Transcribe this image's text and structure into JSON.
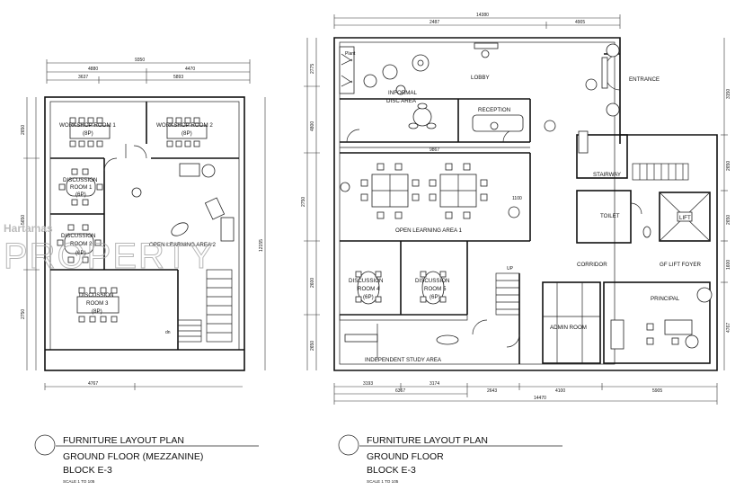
{
  "mezzanine": {
    "dims_top": [
      "9350",
      "4880",
      "4470",
      "3637",
      "5893"
    ],
    "dims_left": [
      "2650",
      "5650",
      "2750"
    ],
    "dim_right": "12155",
    "dim_bottom": "4767",
    "rooms": {
      "workshop1_line1": "WORKSHOP ROOM 1",
      "workshop1_line2": "(8P)",
      "workshop2_line1": "WORKSHOP ROOM 2",
      "workshop2_line2": "(8P)",
      "discussion1_line1": "DISCUSSION",
      "discussion1_line2": "ROOM 1",
      "discussion1_line3": "(6P)",
      "discussion2_line1": "DISCUSSION",
      "discussion2_line2": "ROOM 2",
      "discussion2_line3": "(6P)",
      "discussion3_line1": "DISCUSSION",
      "discussion3_line2": "ROOM 3",
      "discussion3_line3": "(8P)",
      "open_learning": "OPEN LEARNING AREA 2",
      "dn": "dn"
    },
    "title_line1": "FURNITURE LAYOUT PLAN",
    "title_line2": "GROUND FLOOR (MEZZANINE)",
    "title_line3": "BLOCK E-3",
    "scale": "SCALE 1 TO 105"
  },
  "ground": {
    "dims_top": [
      "14380",
      "2487",
      "4905"
    ],
    "dims_left": [
      "2775",
      "4800",
      "2750",
      "2600",
      "2650"
    ],
    "dims_right": [
      "3150",
      "2650",
      "2650",
      "1600",
      "4767"
    ],
    "dims_bottom": [
      "3193",
      "3174",
      "6367",
      "2643",
      "4100",
      "5905",
      "14470"
    ],
    "dim_mid": "9867",
    "dim_1100": "1100",
    "rooms": {
      "lobby": "LOBBY",
      "entrance": "ENTRANCE",
      "informal_line1": "INFORMAL",
      "informal_line2": "DISC AREA",
      "reception": "RECEPTION",
      "stairway": "STAIRWAY",
      "toilet": "TOILET",
      "lift": "LIFT",
      "open_learning": "OPEN LEARNING AREA 1",
      "corridor": "CORRIDOR",
      "gf_lift_foyer": "GF LIFT FOYER",
      "principal": "PRINCIPAL",
      "discussion4_line1": "DISCUSSION",
      "discussion4_line2": "ROOM 4",
      "discussion4_line3": "(6P)",
      "discussion5_line1": "DISCUSSION",
      "discussion5_line2": "ROOM 5",
      "discussion5_line3": "(6P)",
      "admin": "ADMIN ROOM",
      "independent": "INDEPENDENT STUDY AREA",
      "up": "UP",
      "plant": "Plant"
    },
    "title_line1": "FURNITURE LAYOUT PLAN",
    "title_line2": "GROUND FLOOR",
    "title_line3": "BLOCK E-3",
    "scale": "SCALE 1 TO 105"
  },
  "watermark": {
    "line1": "Hartamas",
    "line2": "PROPERTY"
  }
}
